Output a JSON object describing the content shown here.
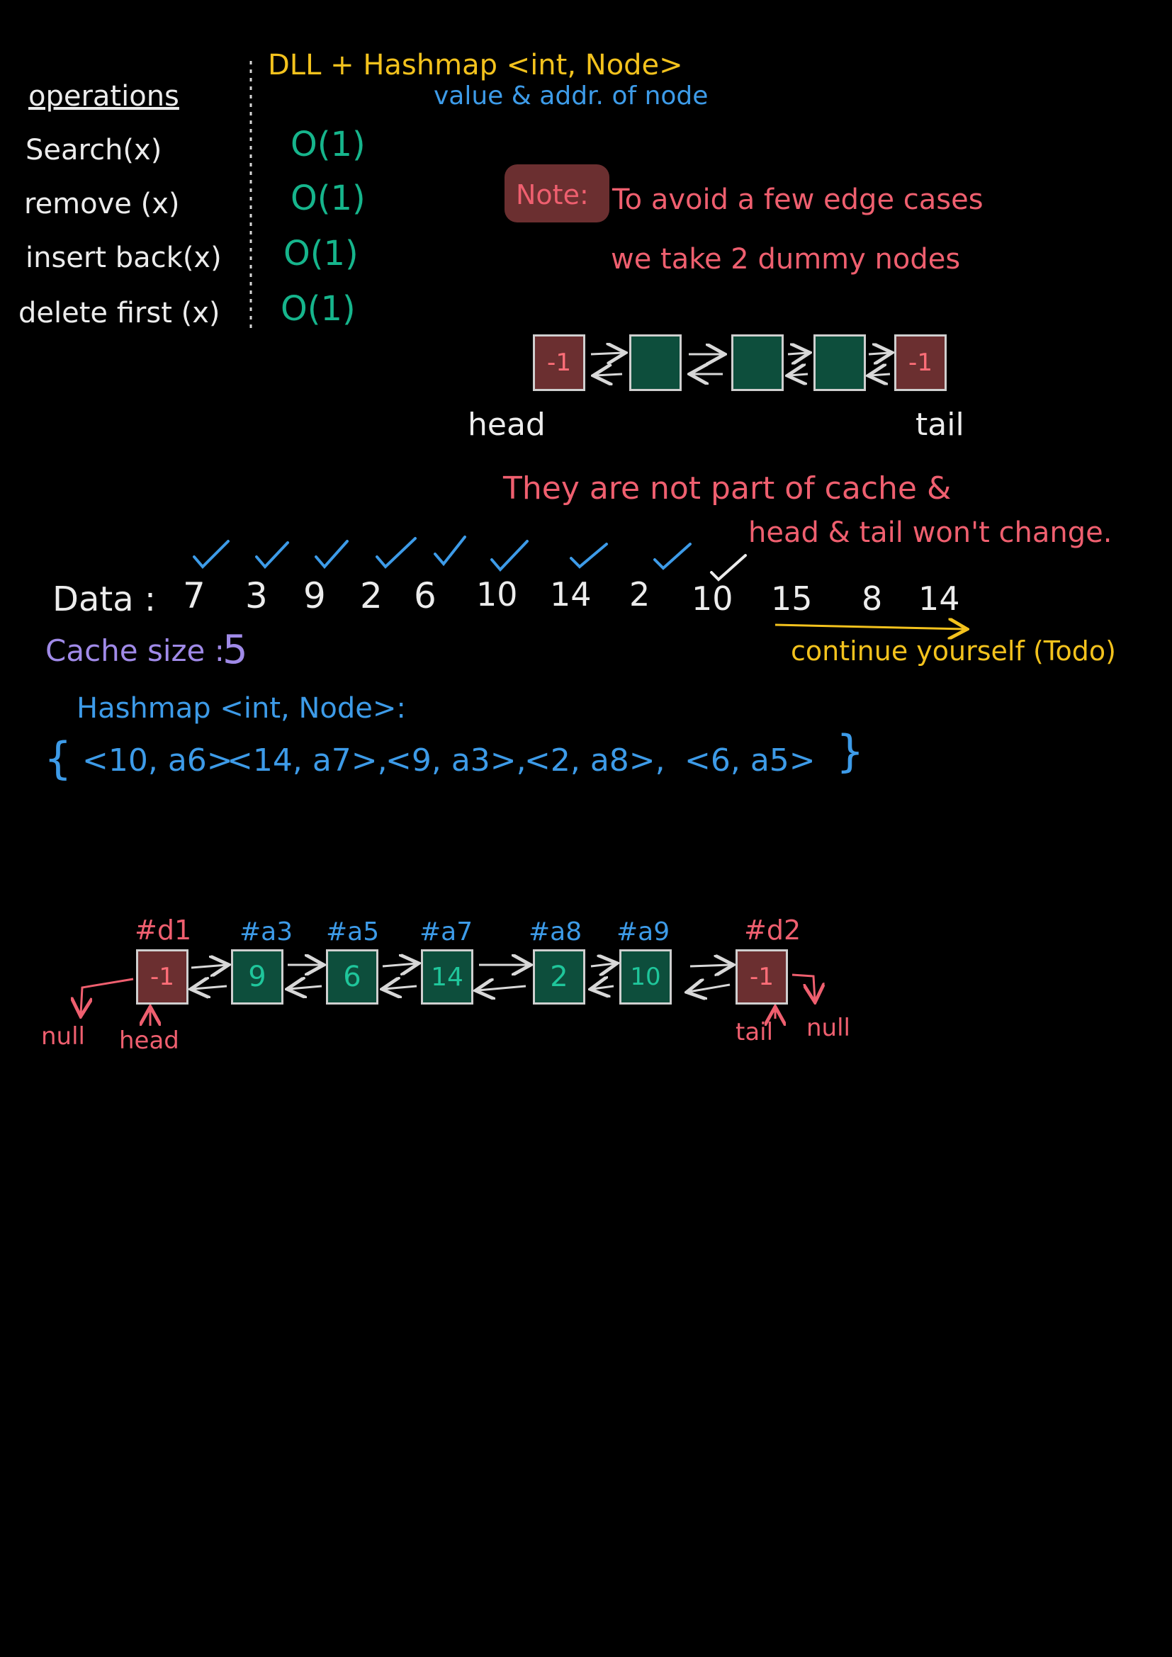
{
  "header": {
    "title": "DLL + Hashmap <int, Node>",
    "subtitle": "value & addr. of node"
  },
  "operations": {
    "heading": "operations",
    "items": [
      {
        "name": "Search(x)",
        "complexity": "O(1)"
      },
      {
        "name": "remove (x)",
        "complexity": "O(1)"
      },
      {
        "name": "insert back(x)",
        "complexity": "O(1)"
      },
      {
        "name": "delete first (x)",
        "complexity": "O(1)"
      }
    ]
  },
  "note": {
    "label": "Note:",
    "line1": "To avoid a few edge cases",
    "line2": "we take 2 dummy nodes"
  },
  "dummy_diagram": {
    "head_value": "-1",
    "tail_value": "-1",
    "head_label": "head",
    "tail_label": "tail",
    "remark1": "They are not part of cache &",
    "remark2": "head & tail won't change."
  },
  "data_row": {
    "label": "Data :",
    "values": [
      "7",
      "3",
      "9",
      "2",
      "6",
      "10",
      "14",
      "2",
      "10",
      "15",
      "8",
      "14"
    ],
    "checked_count": 9,
    "continue_text": "continue yourself (Todo)"
  },
  "cache": {
    "label": "Cache size :",
    "size": "5"
  },
  "hashmap": {
    "label": "Hashmap <int, Node>:",
    "open": "{",
    "close": "}",
    "entries": [
      "<10, a6>",
      "<14, a7>,",
      "<9, a3>,",
      "<2, a8>,",
      "<6, a5>"
    ]
  },
  "list": {
    "nodes": [
      {
        "addr": "#d1",
        "value": "-1",
        "type": "dummy"
      },
      {
        "addr": "#a3",
        "value": "9",
        "type": "real"
      },
      {
        "addr": "#a5",
        "value": "6",
        "type": "real"
      },
      {
        "addr": "#a7",
        "value": "14",
        "type": "real"
      },
      {
        "addr": "#a8",
        "value": "2",
        "type": "real"
      },
      {
        "addr": "#a9",
        "value": "10",
        "type": "real"
      },
      {
        "addr": "#d2",
        "value": "-1",
        "type": "dummy"
      }
    ],
    "null_left": "null",
    "null_right": "null",
    "head_label": "head",
    "tail_label": "tail"
  },
  "colors": {
    "background": "#000000",
    "text": "#ececec",
    "yellow": "#f3c21d",
    "blue": "#3d9be8",
    "green": "#16b58c",
    "pink": "#ef5f6f",
    "purple": "#a08ae8",
    "dummy_fill": "#6b2f30",
    "node_fill": "#0d4e3c"
  }
}
